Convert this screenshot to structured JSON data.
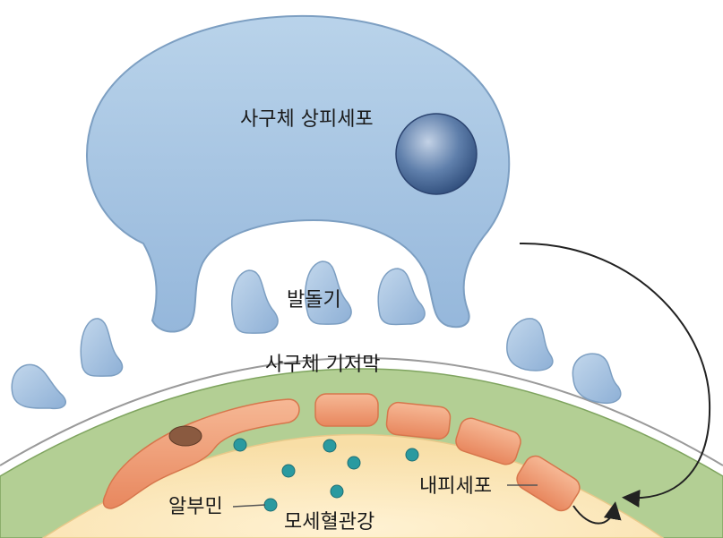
{
  "labels": {
    "podocyte": "사구체 상피세포",
    "foot_process": "발돌기",
    "basement_membrane": "사구체 기저막",
    "endothelial_cell": "내피세포",
    "albumin": "알부민",
    "capillary_lumen": "모세혈관강"
  },
  "colors": {
    "podocyte": "#a9c6e2",
    "podocyte_outline": "#7d9fc2",
    "nucleus": "#3c5d8c",
    "basement_membrane": "#a9c98a",
    "lumen": "#fbe6b8",
    "endothelium": "#ef9f78",
    "albumin": "#2a9aa0",
    "arrow": "#222222"
  }
}
